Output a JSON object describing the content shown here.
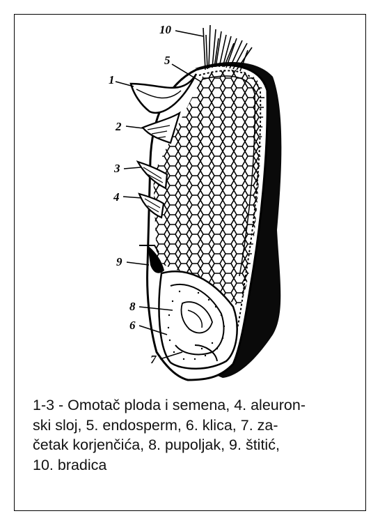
{
  "diagram": {
    "labels": {
      "l1": "1",
      "l2": "2",
      "l3": "3",
      "l4": "4",
      "l5": "5",
      "l6": "6",
      "l7": "7",
      "l8": "8",
      "l9": "9",
      "l10": "10"
    }
  },
  "caption": {
    "line1": "1-3 - Omotač ploda i semena, 4. aleuron-",
    "line2": "ski sloj, 5. endosperm, 6. klica, 7. za-",
    "line3": "četak korjenčića, 8. pupoljak, 9. štitić,",
    "line4": "10. bradica"
  },
  "colors": {
    "ink": "#000000",
    "paper": "#ffffff"
  }
}
